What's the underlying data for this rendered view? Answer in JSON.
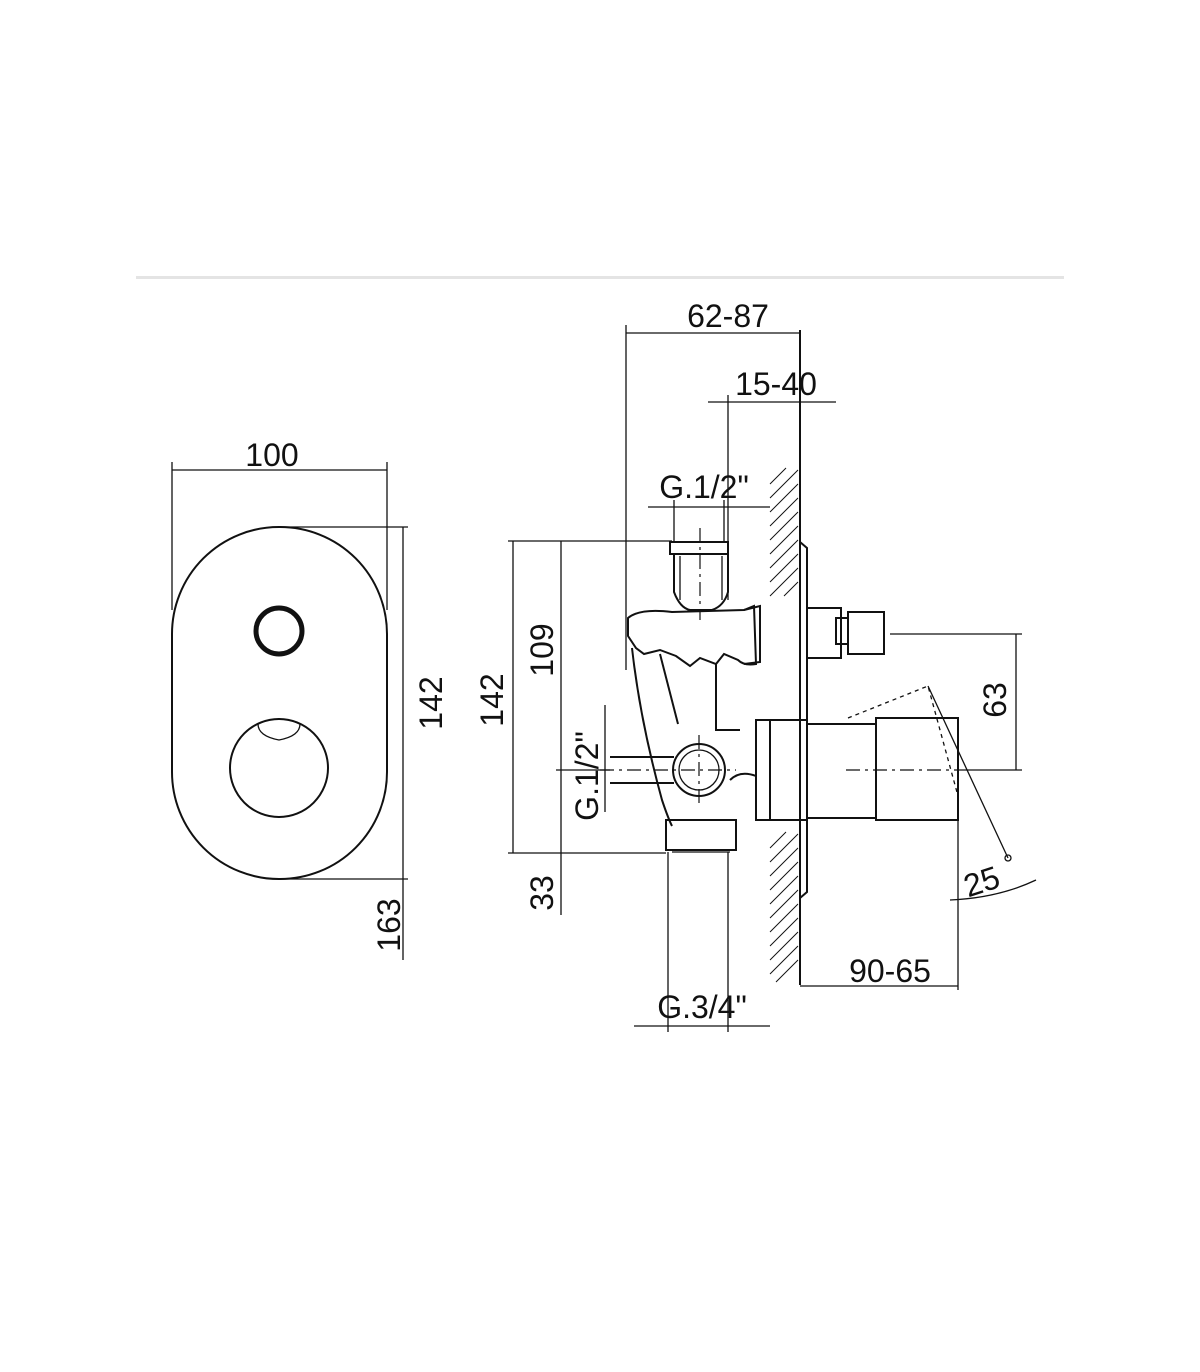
{
  "front_view": {
    "width_label": "100",
    "height_label": "142",
    "total_label": "163"
  },
  "side_view": {
    "depth_total_label": "62-87",
    "wall_depth_label": "15-40",
    "top_thread_label": "G.1/2\"",
    "height_label": "142",
    "upper_height_label": "109",
    "side_thread_label": "G.1/2\"",
    "bottom_offset_label": "33",
    "bottom_thread_label": "G.3/4\"",
    "spout_offset_label": "63",
    "handle_angle_label": "25",
    "protrusion_label": "90-65"
  },
  "colors": {
    "line": "#111111",
    "divider": "#e4e4e4",
    "background": "#ffffff"
  }
}
